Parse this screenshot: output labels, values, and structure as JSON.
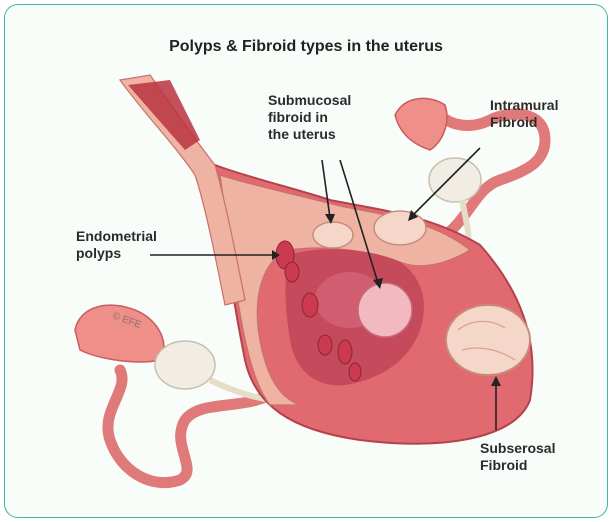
{
  "title": "Polyps & Fibroid types in the uterus",
  "labels": {
    "submucosal": "Submucosal\nfibroid in\nthe uterus",
    "intramural": "Intramural\nFibroid",
    "endometrial": "Endometrial\npolyps",
    "subserosal": "Subserosal\nFibroid"
  },
  "copyright": "© EFE",
  "colors": {
    "border": "#3fb6a8",
    "tissue": "#e9a99a",
    "muscle": "#d9626b",
    "cavity": "#c54a5c",
    "fibroid": "#f4d7c8",
    "ovary": "#f1ede4"
  }
}
